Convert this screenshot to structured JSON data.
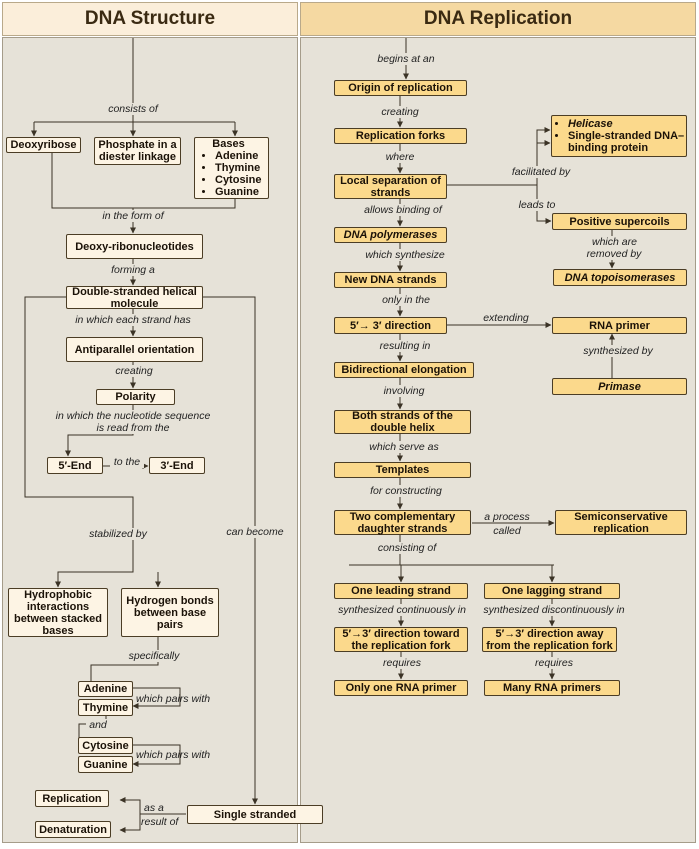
{
  "headers": {
    "left": "DNA Structure",
    "right": "DNA Replication"
  },
  "structure": {
    "deoxyribose": "Deoxyribose",
    "phosphate": "Phosphate in a diester linkage",
    "bases_title": "Bases",
    "bases": [
      "Adenine",
      "Thymine",
      "Cytosine",
      "Guanine"
    ],
    "nucleotides": "Deoxy-ribonucleotides",
    "double_helix": "Double-stranded helical molecule",
    "antiparallel": "Antiparallel orientation",
    "polarity": "Polarity",
    "five_end": "5′-End",
    "three_end": "3′-End",
    "hydrophobic": "Hydrophobic interactions between stacked bases",
    "hbonds": "Hydrogen bonds between base pairs",
    "adenine": "Adenine",
    "thymine": "Thymine",
    "cytosine": "Cytosine",
    "guanine": "Guanine",
    "replication": "Replication",
    "denaturation": "Denaturation",
    "single_stranded": "Single stranded",
    "labels": {
      "consists_of": "consists of",
      "in_form_of": "in the form of",
      "forming_a": "forming a",
      "each_strand": "in which each strand has",
      "creating": "creating",
      "sequence_read_1": "in which the nucleotide sequence",
      "sequence_read_2": "is read from the",
      "to_the": "to the",
      "stabilized_by": "stabilized by",
      "can_become": "can become",
      "specifically": "specifically",
      "pairs_with_1": "which pairs with",
      "and": "and",
      "pairs_with_2": "which pairs with",
      "as_a": "as a",
      "result_of": "result of"
    }
  },
  "replication": {
    "origin": "Origin of replication",
    "forks": "Replication forks",
    "local_sep": "Local separation of strands",
    "polymerases": "DNA polymerases",
    "new_strands": "New DNA strands",
    "direction": "5′→ 3′ direction",
    "bidirectional": "Bidirectional elongation",
    "both_strands": "Both strands of the double helix",
    "templates": "Templates",
    "daughter": "Two complementary daughter strands",
    "semiconservative": "Semiconservative replication",
    "helicase": "Helicase",
    "ssb": "Single-stranded DNA–binding protein",
    "supercoils": "Positive supercoils",
    "topoisomerases": "DNA topoisomerases",
    "rna_primer": "RNA primer",
    "primase": "Primase",
    "leading": "One leading strand",
    "lagging": "One lagging strand",
    "toward": "5′→3′ direction toward the replication fork",
    "away": "5′→3′ direction away from the replication fork",
    "one_primer": "Only one RNA primer",
    "many_primers": "Many RNA primers",
    "labels": {
      "begins_at": "begins at an",
      "creating": "creating",
      "where": "where",
      "allows_binding": "allows binding of",
      "which_synthesize": "which synthesize",
      "only_in_the": "only in the",
      "resulting_in": "resulting in",
      "involving": "involving",
      "serve_as": "which serve as",
      "for_constructing": "for constructing",
      "a_process": "a process",
      "called": "called",
      "consisting_of": "consisting of",
      "facilitated_by": "facilitated by",
      "leads_to": "leads to",
      "which_are": "which are",
      "removed_by": "removed by",
      "extending": "extending",
      "synthesized_by": "synthesized by",
      "synth_cont": "synthesized continuously in",
      "synth_discont": "synthesized discontinuously in",
      "requires_1": "requires",
      "requires_2": "requires"
    }
  },
  "colors": {
    "light_box": "#fdf4e4",
    "gold_box": "#fbd98c",
    "panel": "#e6e2d8",
    "line": "#3b3326"
  }
}
